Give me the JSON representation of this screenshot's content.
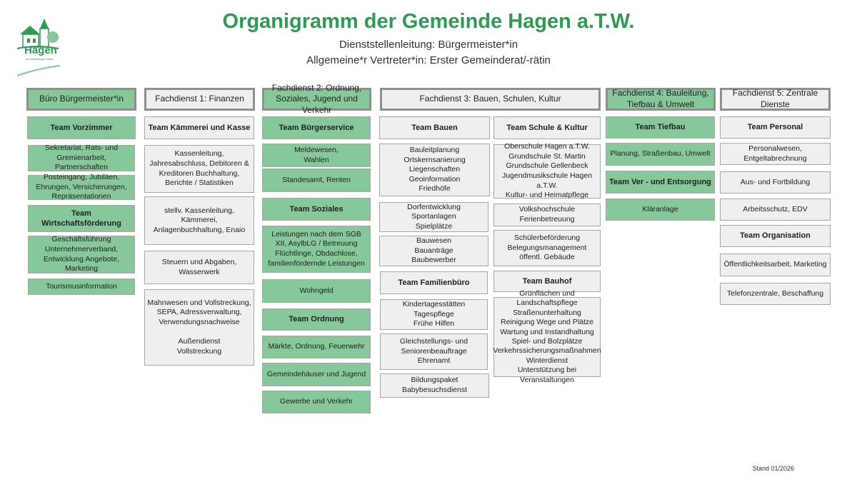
{
  "logo": {
    "text": "Hagen",
    "subtext": "am Teutoburger Wald"
  },
  "header": {
    "title": "Organigramm der Gemeinde Hagen a.T.W.",
    "line1": "Dienststellenleitung: Bürgermeister*in",
    "line2": "Allgemeine*r Vertreter*in: Erster Gemeinderat/-rätin"
  },
  "col1": {
    "head": "Büro Bürgermeister*in",
    "b1": "Team Vorzimmer",
    "b2": "Sekretariat, Rats- und Gremienarbeit, Partnerschaften",
    "b3": "Posteingang, Jubiläen, Ehrungen, Versicherungen, Repräsentationen",
    "b4": "Team Wirtschaftsförderung",
    "b5": "Geschäftsführung Unternehmerverband, Entwicklung Angebote, Marketing",
    "b6": "Tourismusinformation"
  },
  "col2": {
    "head": "Fachdienst 1: Finanzen",
    "b1": "Team Kämmerei und Kasse",
    "b2": "Kassenleitung, Jahresabschluss, Debitoren & Kreditoren Buchhaltung, Berichte / Statistiken",
    "b3": "stellv. Kassenleitung, Kämmerei, Anlagenbuchhaltung, Enaio",
    "b4": "Steuern und Abgaben, Wasserwerk",
    "b5": "Mahnwesen und Vollstreckung, SEPA, Adressverwaltung, Verwendungsnachweise\n\nAußendienst\nVollstreckung"
  },
  "col3": {
    "head": "Fachdienst 2: Ordnung, Soziales, Jugend und Verkehr",
    "b1": "Team Bürgerservice",
    "b2": "Meldewesen,\nWahlen",
    "b3": "Standesamt, Renten",
    "b4": "Team Soziales",
    "b5": "Leistungen nach dem SGB XII, AsylbLG / Betreuung Flüchtlinge, Obdachlose, familienfördernde Leistungen",
    "b6": "Wohngeld",
    "b7": "Team Ordnung",
    "b8": "Märkte, Ordnung, Feuerwehr",
    "b9": "Gemeindehäuser und Jugend",
    "b10": "Gewerbe und Verkehr"
  },
  "col4": {
    "head": "Fachdienst 3: Bauen, Schulen, Kultur",
    "a1": "Team Bauen",
    "a2": "Bauleitplanung\nOrtskernsanierung\nLiegenschaften\nGeoinformation\nFriedhöfe",
    "a3": "Dorfentwicklung\nSportanlagen\nSpielplätze",
    "a4": "Bauwesen\nBauanträge\nBaubewerber",
    "a5": "Team Familienbüro",
    "a6": "Kindertagesstätten\nTagespflege\nFrühe Hilfen",
    "a7": "Gleichstellungs- und Seniorenbeauftrage\nEhrenamt",
    "a8": "Bildungspaket\nBabybesuchsdienst",
    "c1": "Team Schule & Kultur",
    "c2": "Oberschule Hagen a.T.W.\nGrundschule St. Martin\nGrundschule Gellenbeck\nJugendmusikschule Hagen a.T.W.\nKultur- und Heimatpflege",
    "c3": "Volkshochschule\nFerienbetreuung",
    "c4": "Schülerbeförderung\nBelegungsmanagement öffentl. Gebäude",
    "c5": "Team Bauhof",
    "c6": "Grünflächen und Landschaftspflege\nStraßenunterhaltung\nReinigung Wege und Plätze\nWartung und Instandhaltung\nSpiel- und Bolzplätze\nVerkehrssicherungsmaßnahmen\nWinterdienst\nUnterstützung bei Veranstaltungen"
  },
  "col5": {
    "head": "Fachdienst 4:  Bauleitung, Tiefbau & Umwelt",
    "b1": "Team Tiefbau",
    "b2": "Planung, Straßenbau, Umwelt",
    "b3": "Team Ver - und Entsorgung",
    "b4": "Kläranlage"
  },
  "col6": {
    "head": "Fachdienst 5: Zentrale Dienste",
    "b1": "Team Personal",
    "b2": "Personalwesen, Entgeltabrechnung",
    "b3": "Aus- und Fortbildung",
    "b4": "Arbeitsschutz, EDV",
    "b5": "Team Organisation",
    "b6": "Öffentlichkeitsarbeit, Marketing",
    "b7": "Telefonzentrale, Beschaffung"
  },
  "footer": {
    "stand": "Stand 01/2026"
  },
  "colors": {
    "green": "#86c89a",
    "title": "#2f9b54",
    "grey": "#efefef"
  }
}
